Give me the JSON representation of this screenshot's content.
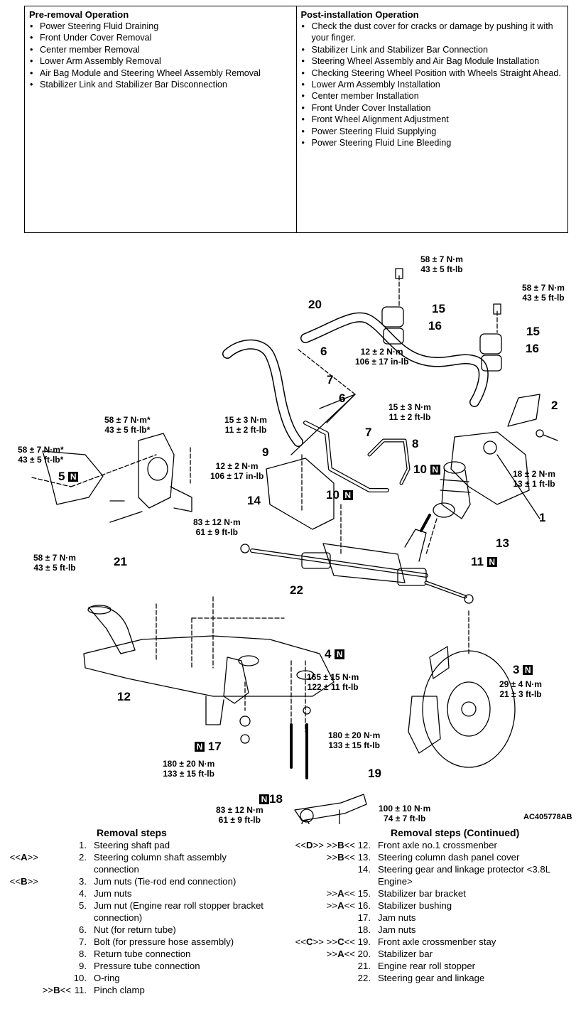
{
  "pre_removal": {
    "title": "Pre-removal Operation",
    "items": [
      "Power Steering Fluid Draining",
      "Front Under Cover Removal",
      "Center member Removal",
      "Lower Arm Assembly Removal",
      "Air Bag Module and Steering Wheel Assembly Removal",
      "Stabilizer Link and Stabilizer Bar Disconnection"
    ]
  },
  "post_installation": {
    "title": "Post-installation Operation",
    "items": [
      "Check the dust cover for cracks or damage by pushing it with your finger.",
      "Stabilizer Link and Stabilizer Bar Connection",
      "Steering Wheel Assembly and Air Bag Module Installation",
      "Checking Steering Wheel Position with Wheels Straight Ahead.",
      "Lower Arm Assembly Installation",
      "Center member Installation",
      "Front Under Cover Installation",
      "Front Wheel Alignment Adjustment",
      "Power Steering Fluid Supplying",
      "Power Steering Fluid Line Bleeding"
    ]
  },
  "diagram": {
    "torques": {
      "t_stab_bracket_1": [
        "58 ± 7 N·m",
        "43 ± 5 ft-lb"
      ],
      "t_stab_bracket_2": [
        "58 ± 7 N·m",
        "43 ± 5 ft-lb"
      ],
      "t_return_nut": [
        "12 ± 2 N·m",
        "106 ± 17 in-lb"
      ],
      "t_return_conn": [
        "15 ± 3 N·m",
        "11 ± 2 ft-lb"
      ],
      "t_pressure_conn": [
        "15 ± 3 N·m",
        "11 ± 2 ft-lb"
      ],
      "t_roll_stopper_top": [
        "58 ± 7 N·m*",
        "43 ± 5 ft-lb*"
      ],
      "t_roll_stopper_left": [
        "58 ± 7 N·m*",
        "43 ± 5 ft-lb*"
      ],
      "t_bolt_pressure": [
        "12 ± 2 N·m",
        "106 ± 17 in-lb"
      ],
      "t_dash_cover": [
        "18 ± 2 N·m",
        "13 ± 1 ft-lb"
      ],
      "t_protector": [
        "83 ± 12 N·m",
        "61 ± 9 ft-lb"
      ],
      "t_roll_stopper_bottom": [
        "58 ± 7 N·m",
        "43 ± 5 ft-lb"
      ],
      "t_crossmember": [
        "165 ± 15 N·m",
        "122 ± 11 ft-lb"
      ],
      "t_tie_rod": [
        "29 ± 4 N·m",
        "21 ± 3 ft-lb"
      ],
      "t_stay_front": [
        "180 ± 20 N·m",
        "133 ± 15 ft-lb"
      ],
      "t_jam_nut_17": [
        "180 ± 20 N·m",
        "133 ± 15 ft-lb"
      ],
      "t_jam_nut_18": [
        "83 ± 12 N·m",
        "61 ± 9 ft-lb"
      ],
      "t_stay_rear": [
        "100 ± 10 N·m",
        "74 ± 7 ft-lb"
      ]
    },
    "callouts": {
      "c1": "1",
      "c2": "2",
      "c3": "3",
      "c4": "4",
      "c5": "5",
      "c6a": "6",
      "c6b": "6",
      "c7a": "7",
      "c7b": "7",
      "c8": "8",
      "c9": "9",
      "c10a": "10",
      "c10b": "10",
      "c11": "11",
      "c12": "12",
      "c13": "13",
      "c14": "14",
      "c15a": "15",
      "c15b": "15",
      "c16a": "16",
      "c16b": "16",
      "c17": "17",
      "c18": "18",
      "c19": "19",
      "c20": "20",
      "c21": "21",
      "c22": "22"
    },
    "new_part_mark": "N",
    "figure_code": "AC405778AB"
  },
  "removal_steps": {
    "title": "Removal steps",
    "items": [
      {
        "prefix": "",
        "num": "1.",
        "text": "Steering shaft pad"
      },
      {
        "prefix": "<<A>>",
        "num": "2.",
        "text": "Steering column shaft assembly connection"
      },
      {
        "prefix": "<<B>>",
        "num": "3.",
        "text": "Jum nuts (Tie-rod end connection)"
      },
      {
        "prefix": "",
        "num": "4.",
        "text": "Jum nuts"
      },
      {
        "prefix": "",
        "num": "5.",
        "text": "Jum nut (Engine rear roll stopper bracket connection)"
      },
      {
        "prefix": "",
        "num": "6.",
        "text": "Nut (for return tube)"
      },
      {
        "prefix": "",
        "num": "7.",
        "text": "Bolt (for pressure hose assembly)"
      },
      {
        "prefix": "",
        "num": "8.",
        "text": "Return tube connection"
      },
      {
        "prefix": "",
        "num": "9.",
        "text": "Pressure tube connection"
      },
      {
        "prefix": "",
        "num": "10.",
        "text": "O-ring"
      },
      {
        "prefix": ">>B<<",
        "num": "11.",
        "text": "Pinch clamp"
      }
    ]
  },
  "removal_steps_continued": {
    "title": "Removal steps (Continued)",
    "items": [
      {
        "prefix": "<<D>> >>B<<",
        "num": "12.",
        "text": "Front axle no.1 crossmenber"
      },
      {
        "prefix": ">>B<<",
        "num": "13.",
        "text": "Steering column dash panel cover"
      },
      {
        "prefix": "",
        "num": "14.",
        "text": "Steering gear and linkage protector <3.8L Engine>"
      },
      {
        "prefix": ">>A<<",
        "num": "15.",
        "text": "Stabilizer bar bracket"
      },
      {
        "prefix": ">>A<<",
        "num": "16.",
        "text": "Stabilizer bushing"
      },
      {
        "prefix": "",
        "num": "17.",
        "text": "Jam nuts"
      },
      {
        "prefix": "",
        "num": "18.",
        "text": "Jam nuts"
      },
      {
        "prefix": "<<C>> >>C<<",
        "num": "19.",
        "text": "Front axle crossmenber stay"
      },
      {
        "prefix": ">>A<<",
        "num": "20.",
        "text": "Stabilizer bar"
      },
      {
        "prefix": "",
        "num": "21.",
        "text": "Engine rear roll stopper"
      },
      {
        "prefix": "",
        "num": "22.",
        "text": "Steering gear and linkage"
      }
    ]
  }
}
